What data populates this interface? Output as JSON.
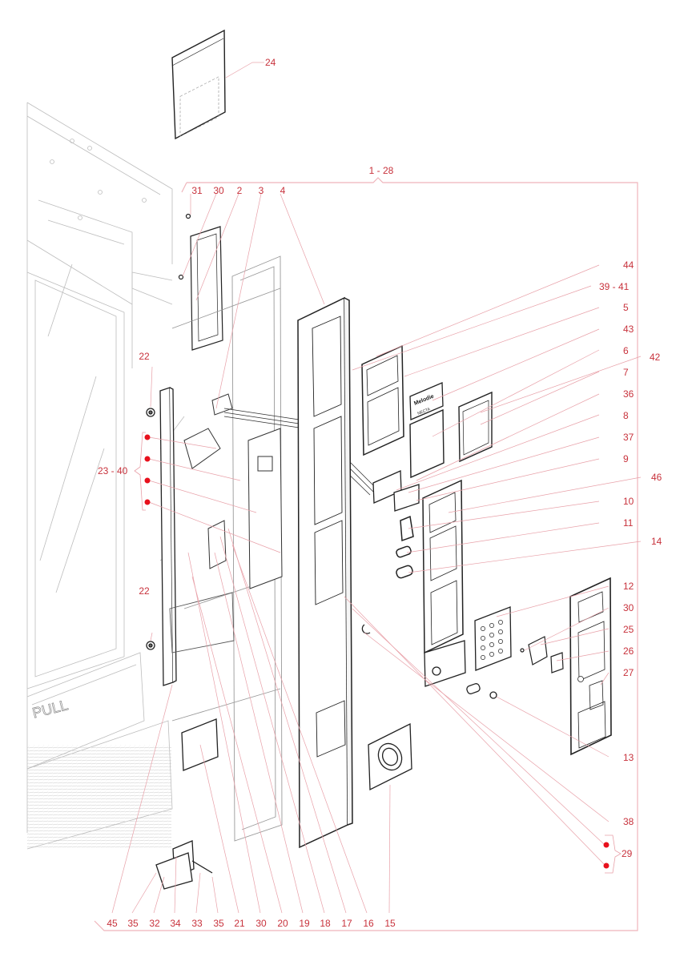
{
  "diagram": {
    "type": "exploded-parts-diagram",
    "subject": "Vending machine door front panel assembly",
    "accent_color": "#c8323c",
    "leader_color": "#e8a0a8",
    "drawing_color": "#222222",
    "ghost_color": "#b8b8b8",
    "assembly_label": "1 - 28",
    "logo_plate": {
      "line1": "Melodie",
      "line2": "NECTA"
    },
    "door_text": "PULL",
    "callouts": {
      "top": [
        "31",
        "30",
        "2",
        "3",
        "4"
      ],
      "bag": "24",
      "right_column": [
        "44",
        "39 - 41",
        "5",
        "43",
        "6",
        "42",
        "7",
        "36",
        "8",
        "37",
        "9",
        "46",
        "10",
        "11",
        "14",
        "12",
        "30",
        "25",
        "26",
        "27",
        "13",
        "38",
        "29"
      ],
      "left": [
        "22",
        "23 - 40",
        "22"
      ],
      "bottom": [
        "45",
        "35",
        "32",
        "34",
        "33",
        "35",
        "21",
        "30",
        "20",
        "19",
        "18",
        "17",
        "16",
        "15"
      ]
    }
  }
}
